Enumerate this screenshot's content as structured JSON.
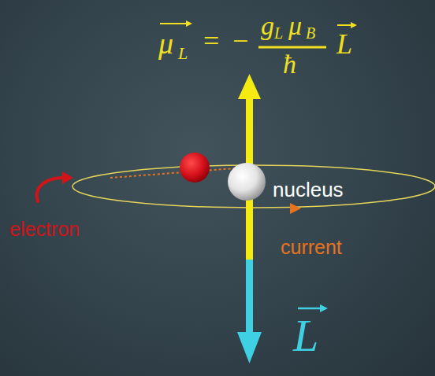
{
  "diagram": {
    "labels": [
      "μ",
      "L",
      "=",
      "−",
      "g",
      "L",
      "μ",
      "B",
      "ħ",
      "L",
      "nucleus",
      "electron",
      "current",
      "L"
    ]
  }
}
